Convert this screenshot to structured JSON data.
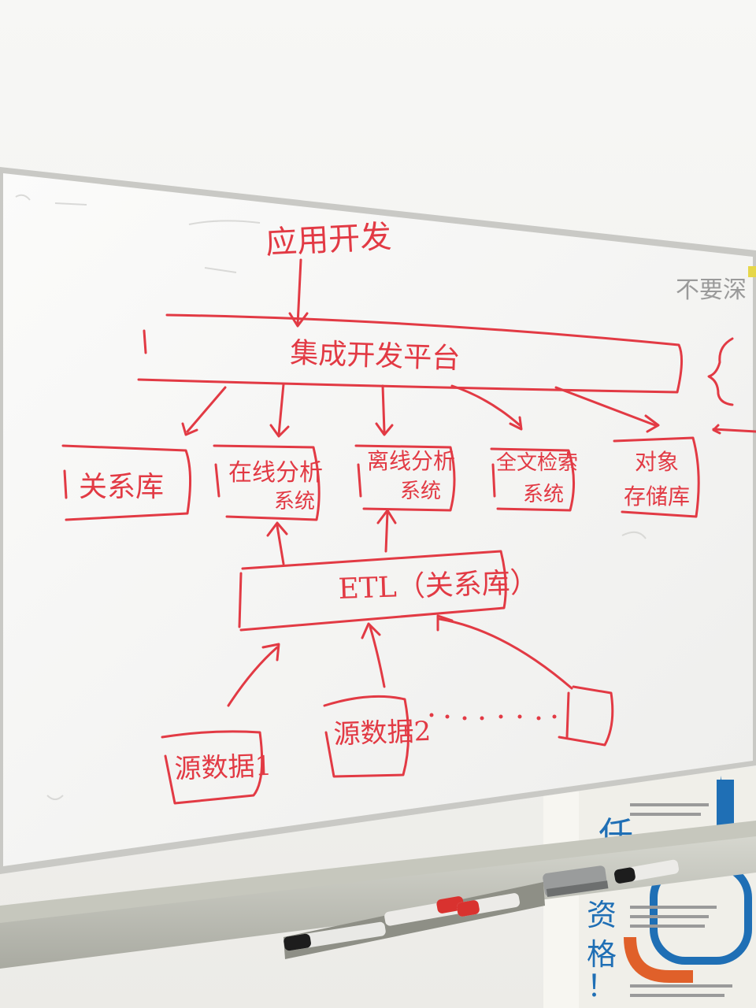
{
  "scene": "whiteboard-photo",
  "ink_color": "#e23a44",
  "whiteboard": {
    "top_label": "应用开发",
    "platform_label": "集成开发平台",
    "side_note": "不要深",
    "boxes": [
      {
        "id": "b1",
        "line1": "关系库",
        "line2": ""
      },
      {
        "id": "b2",
        "line1": "在线分析",
        "line2": "系统"
      },
      {
        "id": "b3",
        "line1": "离线分析",
        "line2": "系统"
      },
      {
        "id": "b4",
        "line1": "全文检索",
        "line2": "系统"
      },
      {
        "id": "b5",
        "line1": "对象",
        "line2": "存储库"
      }
    ],
    "etl_label": "ETL（关系库）",
    "sources": [
      {
        "id": "s1",
        "label": "源数据1"
      },
      {
        "id": "s2",
        "label": "源数据2"
      }
    ],
    "ellipsis": "……"
  },
  "tray": {
    "eraser": "eraser",
    "markers": [
      "marker-black",
      "marker-red",
      "marker-red-2",
      "marker-black-2"
    ]
  },
  "poster": {
    "chars": [
      "任",
      "资",
      "格",
      "！"
    ],
    "accent_colors": [
      "#1f6fb5",
      "#e0602a"
    ]
  }
}
